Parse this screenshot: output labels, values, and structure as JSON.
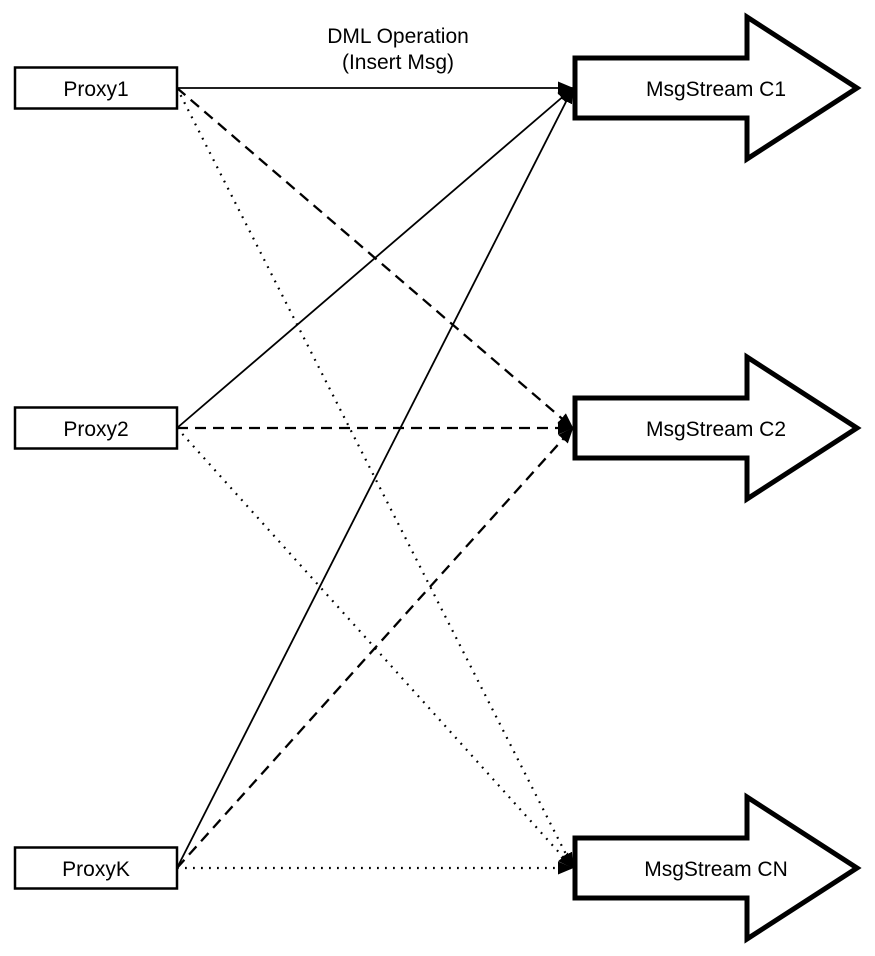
{
  "title": {
    "line1": "DML Operation",
    "line2": "(Insert Msg)"
  },
  "proxies": [
    {
      "id": "proxy1",
      "label": "Proxy1"
    },
    {
      "id": "proxy2",
      "label": "Proxy2"
    },
    {
      "id": "proxyk",
      "label": "ProxyK"
    }
  ],
  "streams": [
    {
      "id": "c1",
      "label": "MsgStream C1",
      "incoming_line_style": "solid"
    },
    {
      "id": "c2",
      "label": "MsgStream C2",
      "incoming_line_style": "dashed"
    },
    {
      "id": "cn",
      "label": "MsgStream CN",
      "incoming_line_style": "dotted"
    }
  ],
  "edges": [
    {
      "from": "proxy1",
      "to": "c1",
      "style": "solid"
    },
    {
      "from": "proxy1",
      "to": "c2",
      "style": "dashed"
    },
    {
      "from": "proxy1",
      "to": "cn",
      "style": "dotted"
    },
    {
      "from": "proxy2",
      "to": "c1",
      "style": "solid"
    },
    {
      "from": "proxy2",
      "to": "c2",
      "style": "dashed"
    },
    {
      "from": "proxy2",
      "to": "cn",
      "style": "dotted"
    },
    {
      "from": "proxyk",
      "to": "c1",
      "style": "solid"
    },
    {
      "from": "proxyk",
      "to": "c2",
      "style": "dashed"
    },
    {
      "from": "proxyk",
      "to": "cn",
      "style": "dotted"
    }
  ],
  "colors": {
    "line": "#000000",
    "node_fill": "#ffffff",
    "background": "#ffffff"
  }
}
